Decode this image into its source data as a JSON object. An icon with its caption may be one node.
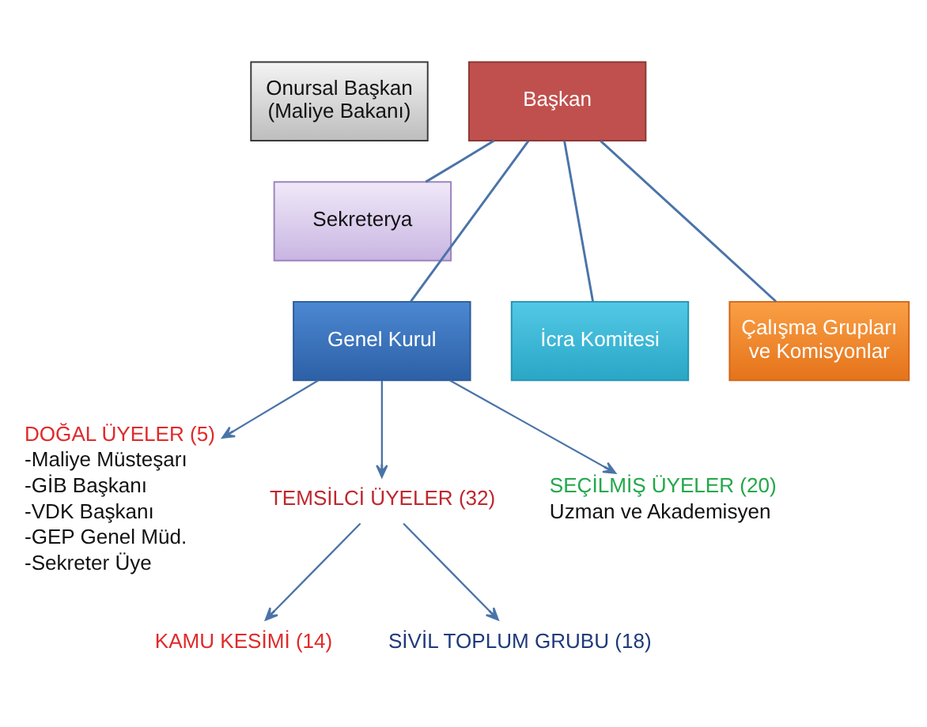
{
  "diagram": {
    "nodes": [
      {
        "text": [
          "Onursal Başkan (Maliye Bakanı)"
        ]
      },
      {
        "text": [
          "Başkan"
        ]
      },
      {
        "text": [
          "Sekreterya"
        ]
      },
      {
        "text": [
          "Genel Kurul"
        ]
      },
      {
        "text": [
          "İcra Komitesi"
        ]
      },
      {
        "text": [
          "Çalışma Grupları ve Komisyonlar"
        ]
      },
      {
        "text": [
          "DOĞAL ÜYELER (5)",
          "-Maliye Müsteşarı",
          "-GİB Başkanı",
          "-VDK Başkanı",
          "-GEP Genel Müd.",
          "-Sekreter Üye"
        ]
      },
      {
        "text": [
          "TEMSİLCİ ÜYELER (32)"
        ]
      },
      {
        "text": [
          "SEÇİLMİŞ ÜYELER (20)",
          "Uzman ve Akademisyen"
        ]
      },
      {
        "text": [
          "KAMU KESİMİ (14)"
        ]
      },
      {
        "text": [
          "SİVİL TOPLUM GRUBU (18)"
        ]
      }
    ],
    "edges": [
      {
        "from": 1,
        "to": 2,
        "arrow": "none"
      },
      {
        "from": 1,
        "to": 3,
        "arrow": "none"
      },
      {
        "from": 1,
        "to": 4,
        "arrow": "none"
      },
      {
        "from": 1,
        "to": 5,
        "arrow": "none"
      },
      {
        "from": 3,
        "to": 6,
        "arrow": "to"
      },
      {
        "from": 3,
        "to": 7,
        "arrow": "to"
      },
      {
        "from": 3,
        "to": 8,
        "arrow": "to"
      },
      {
        "from": 7,
        "to": 9,
        "arrow": "to"
      },
      {
        "from": 7,
        "to": 10,
        "arrow": "to"
      }
    ]
  }
}
